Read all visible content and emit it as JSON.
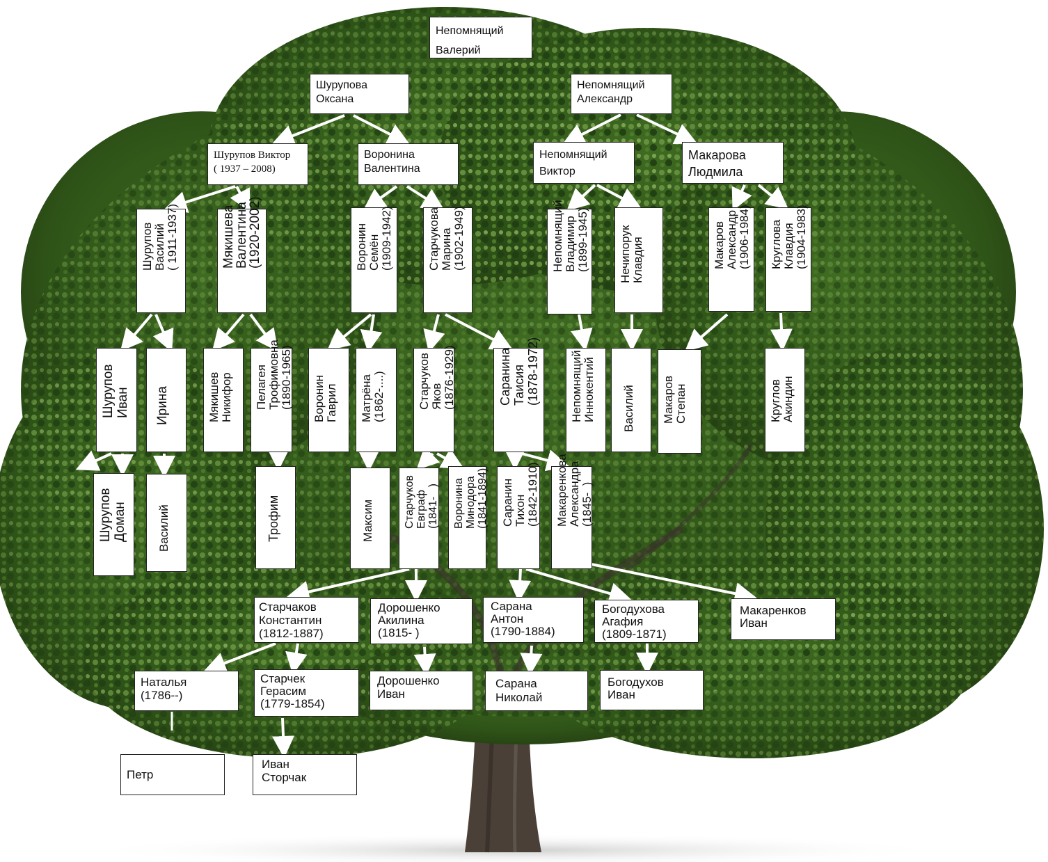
{
  "colors": {
    "foliage_dark": "#1f3d12",
    "foliage_mid": "#3f6b22",
    "foliage_light": "#6a9440",
    "trunk": "#4a4038",
    "box_bg": "#ffffff",
    "box_border": "#222222",
    "arrow": "#ffffff"
  },
  "people": {
    "valeriy": "Непомнящий\nВалерий",
    "oksana": "Шурупова\nОксана",
    "aleksandr": "Непомнящий\nАлександр",
    "viktor_sh": "Шурупов Виктор\n( 1937 – 2008)",
    "valentina_v": "Воронина\nВалентина",
    "viktor_n": "Непомнящий\nВиктор",
    "lyudmila": "Макарова\nЛюдмила",
    "vasiliy_sh": "Шурупов\nВасилий\n( 1911-1937)",
    "valentina_m": "Мякишева\nВалентина\n(1920-2002)",
    "semyon": "Воронин\nСемён\n(1909-1942)",
    "marina": "Старчукова\nМарина\n(1902-1949)",
    "vladimir": "Непомнящий\nВладимир\n(1899-1945)",
    "klavdiya_n": "Нечипорук\nКлавдия",
    "aleksandr_m": "Макаров\nАлександр\n(1906-1984)",
    "klavdiya_k": "Круглова\nКлавдия\n(1904-1983)",
    "ivan_sh": "Шурупов\nИван",
    "irina": "Ирина",
    "nikifor": "Мякишев\nНикифор",
    "pelageya": "Пелагея\nТрофимовна\n(1890-1965)",
    "gavril": "Воронин\nГаврил",
    "matryona": "Матрёна\n(1862-....)",
    "yakov": "Старчуков\nЯков\n(1876-1929)",
    "taisiya": "Саранина\nТаисия\n(1878-1972)",
    "innokentiy": "Непомнящий\nИннокентий",
    "vasiliy_n": "Василий",
    "stepan": "Макаров\nСтепан",
    "akindin": "Круглов\nАкиндин",
    "doman": "Шурупов\nДоман",
    "vasiliy_i": "Василий",
    "trofim": "Трофим",
    "maksim": "Максим",
    "evgraf": "Старчуков\nЕвграф\n(1841-   )",
    "minodora": "Воронина\nМинодора\n(1841-1894)",
    "tikhon": "Саранин\nТихон\n(1842-1910)",
    "aleksandra_m": "Макаренкова\nАлександра\n(1845-  )",
    "konstantin": "Старчаков\nКонстантин\n(1812-1887)",
    "akilina": "Дорошенко\nАкилина\n(1815-         )",
    "anton": "Сарана\nАнтон\n(1790-1884)",
    "agafiya": "Богодухова\nАгафия\n(1809-1871)",
    "ivan_mak": "Макаренков\nИван",
    "natalya": "Наталья\n(1786--)",
    "gerasim": "Старчек\nГерасим\n(1779-1854)",
    "ivan_d": "Дорошенко\nИван",
    "nikolay": "Сарана\nНиколай",
    "ivan_b": "Богодухов\nИван",
    "petr": "Петр",
    "ivan_st": "Иван\nСторчак"
  }
}
